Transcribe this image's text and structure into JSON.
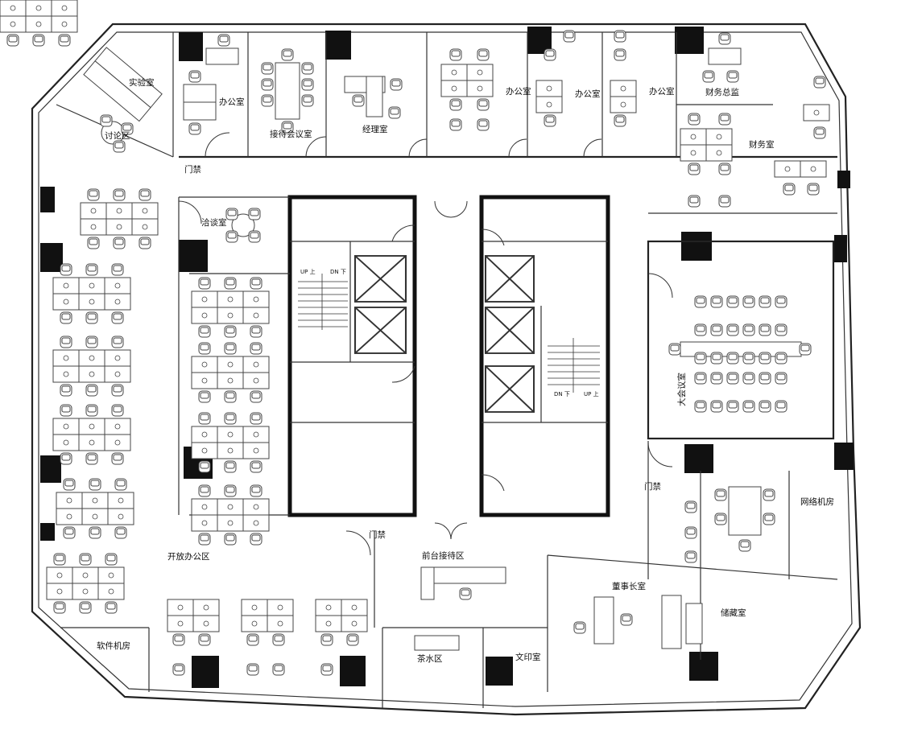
{
  "rooms": {
    "lab": "实验室",
    "discuss": "讨论区",
    "office_1": "办公室",
    "reception_meeting": "接待会议室",
    "manager": "经理室",
    "office_2": "办公室",
    "office_3": "办公室",
    "office_4": "办公室",
    "cfo": "财务总监",
    "finance": "财务室",
    "negotiation": "洽谈室",
    "big_meeting": "大会议室",
    "network": "网络机房",
    "chairman": "董事长室",
    "storage": "储藏室",
    "print": "文印室",
    "tea": "茶水区",
    "front_desk": "前台接待区",
    "open_office": "开放办公区",
    "software": "软件机房"
  },
  "access": {
    "door_1": "门禁",
    "door_2": "门禁",
    "door_3": "门禁"
  },
  "stairs": {
    "left_up": "UP 上",
    "left_down": "DN 下",
    "right_up": "UP 上",
    "right_down": "DN 下"
  }
}
